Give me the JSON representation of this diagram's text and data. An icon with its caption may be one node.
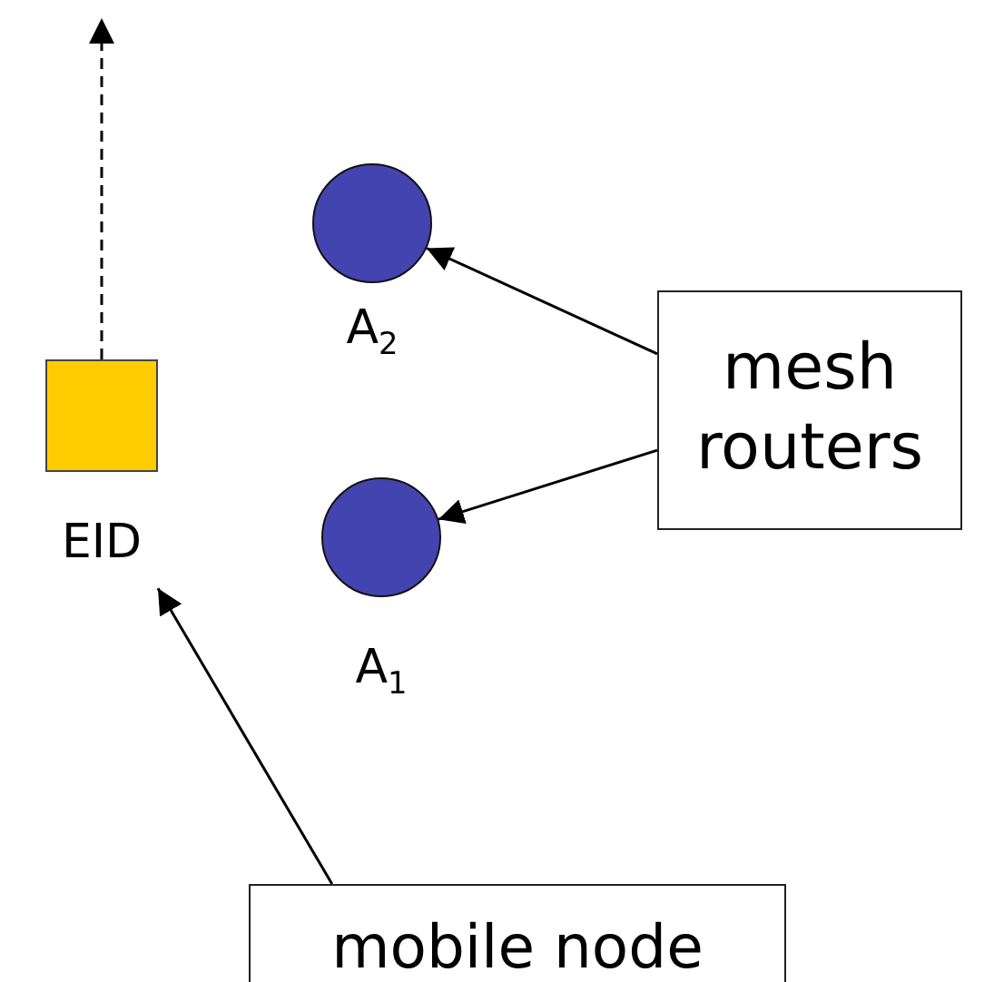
{
  "diagram": {
    "nodes": [
      {
        "text": [],
        "shape": "circle",
        "beside": [
          "A$_{2}$"
        ]
      },
      {
        "text": [],
        "shape": "circle",
        "beside": [
          "A$_{1}$"
        ]
      },
      {
        "text": [],
        "shape": "box",
        "beside": [
          "EID"
        ]
      },
      {
        "text": [
          "mesh routers"
        ]
      },
      {
        "text": [
          "mobile node"
        ]
      }
    ],
    "edges": [
      {
        "from": 2,
        "to": null,
        "arrow": "to",
        "style": "dashed"
      },
      {
        "from": 3,
        "to": 0,
        "arrow": "to"
      },
      {
        "from": 3,
        "to": 1,
        "arrow": "to"
      },
      {
        "from": 4,
        "to": 2,
        "arrow": "to"
      }
    ]
  }
}
